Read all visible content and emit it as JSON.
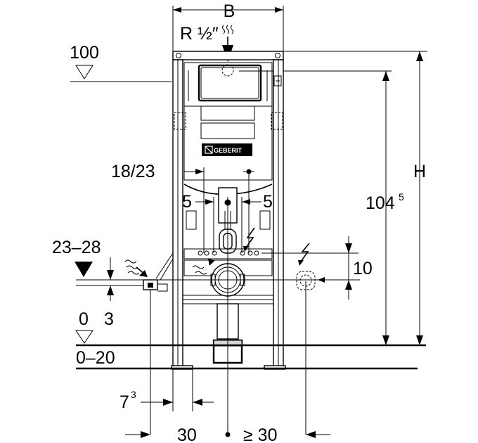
{
  "labels": {
    "b": "B",
    "r_half": "R ½″",
    "h": "H",
    "level_100": "100",
    "dim_104": "104",
    "dim_104_sup": "5",
    "dim_18_23": "18/23",
    "dim_5_left": "5",
    "dim_5_right": "5",
    "dim_23_28": "23–28",
    "dim_10": "10",
    "dim_3": "3",
    "level_0": "0",
    "range_0_20": "0–20",
    "dim_7": "7",
    "dim_7_sup": "3",
    "dim_30": "30",
    "dim_ge_30": "≥ 30"
  },
  "logo": {
    "text": "GEBERIT"
  },
  "icons": {
    "water_inlet": "water-wave-icon",
    "electric": "lightning-icon",
    "drain": "drain-wave-icon"
  }
}
